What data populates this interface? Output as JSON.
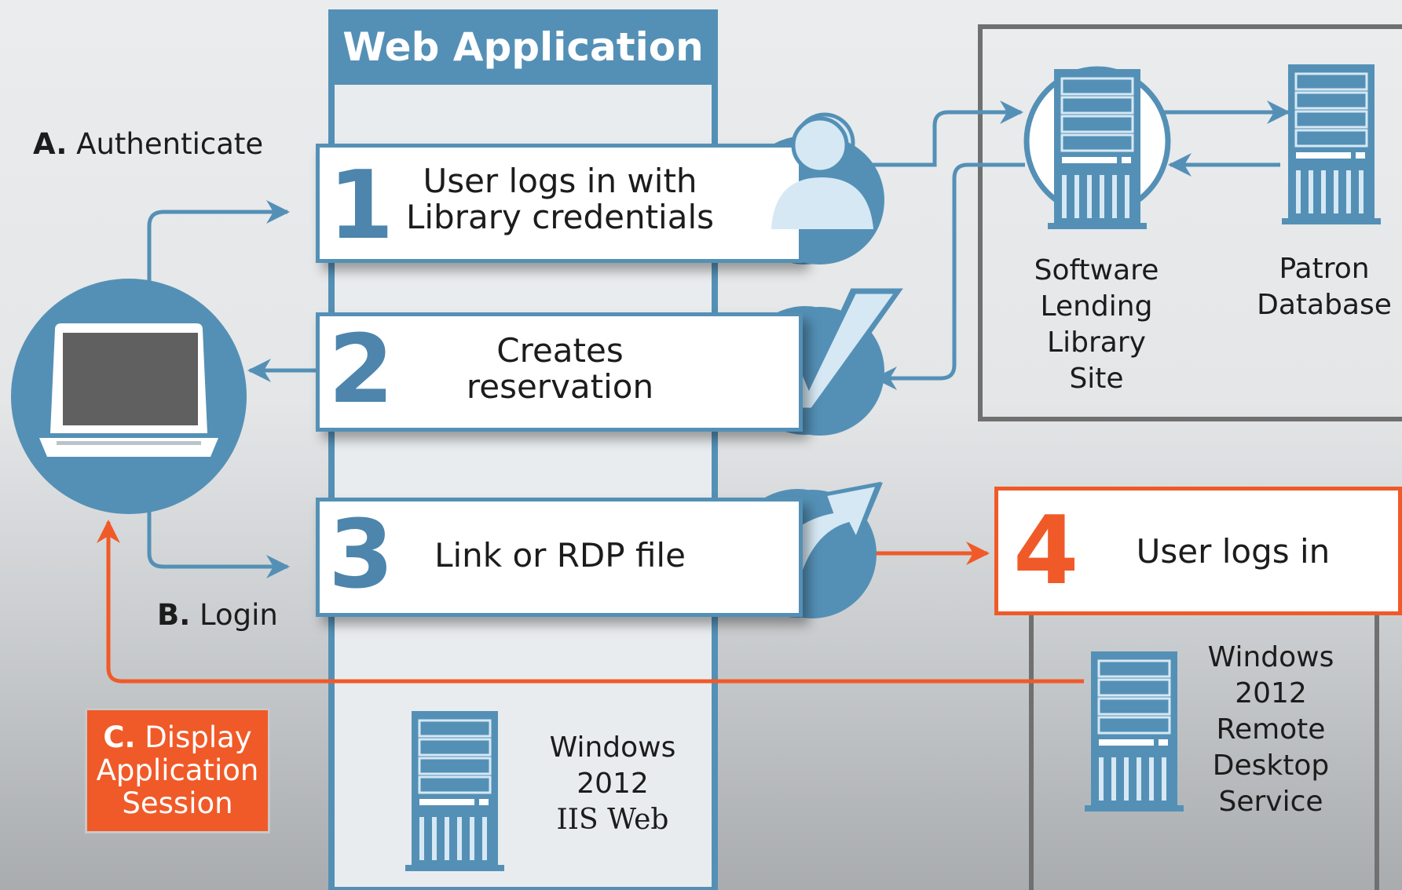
{
  "web_app": {
    "title": "Web Application",
    "server_label_lines": [
      "Windows",
      "2012",
      "IIS Web"
    ]
  },
  "client_actions": {
    "authenticate": {
      "letter": "A.",
      "text": "Authenticate"
    },
    "login": {
      "letter": "B.",
      "text": "Login"
    },
    "display": {
      "letter": "C.",
      "text_lines": [
        "Display",
        "Application",
        "Session"
      ]
    }
  },
  "steps": [
    {
      "number": "1",
      "text_lines": [
        "User logs in with",
        "Library credentials"
      ]
    },
    {
      "number": "2",
      "text_lines": [
        "Creates",
        "reservation"
      ]
    },
    {
      "number": "3",
      "text_lines": [
        "Link or RDP file"
      ]
    },
    {
      "number": "4",
      "text_lines": [
        "User logs in"
      ]
    }
  ],
  "servers": {
    "lending_site": {
      "label_lines": [
        "Software",
        "Lending",
        "Library",
        "Site"
      ]
    },
    "patron_db": {
      "label_lines": [
        "Patron",
        "Database"
      ]
    },
    "remote_desktop": {
      "label_lines": [
        "Windows",
        "2012",
        "Remote",
        "Desktop",
        "Service"
      ]
    }
  },
  "colors": {
    "blue": "#5490b6",
    "dark_blue": "#4d85ad",
    "orange": "#f05a28",
    "light_blue": "#d6e8f4",
    "gray_border": "#707070"
  },
  "icons": [
    "laptop-icon",
    "user-icon",
    "checkmark-icon",
    "arrow-icon",
    "server-icon"
  ]
}
